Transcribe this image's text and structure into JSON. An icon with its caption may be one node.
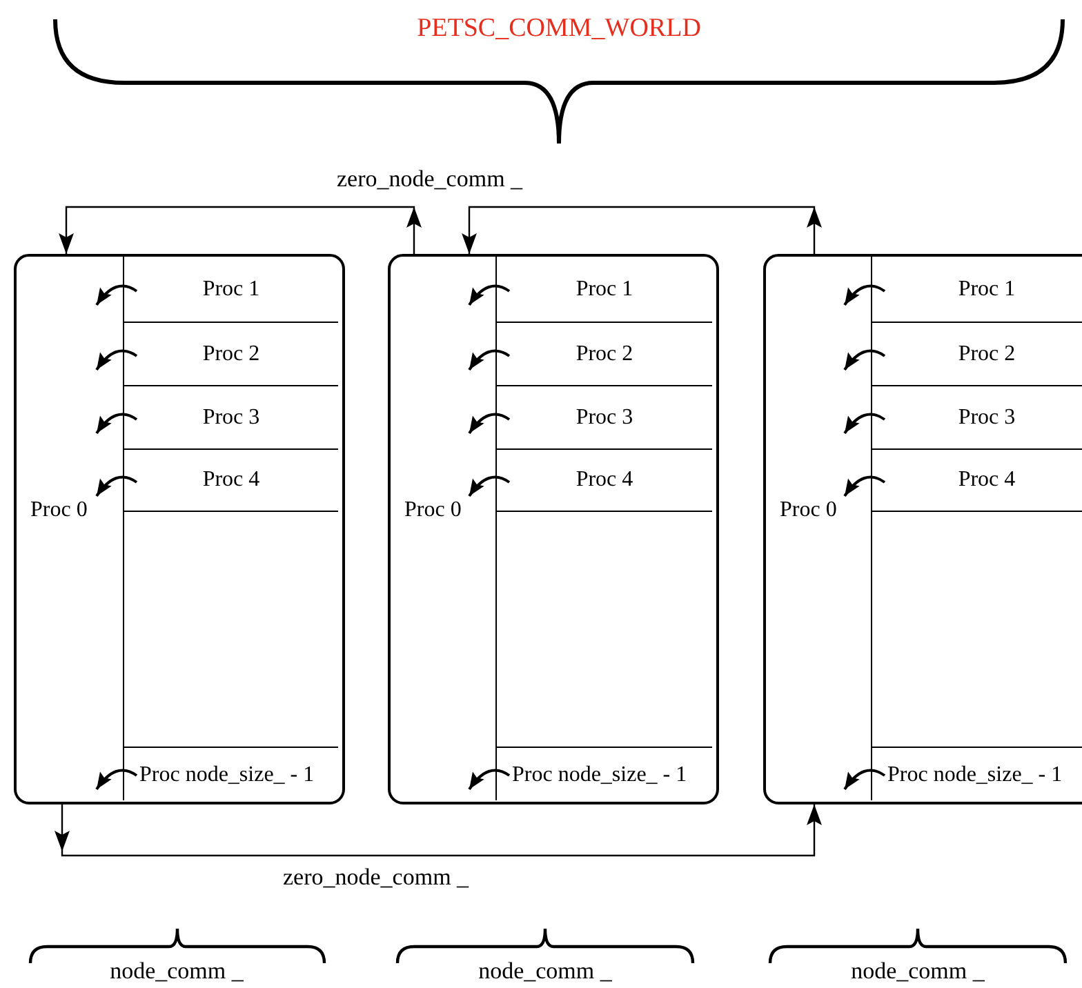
{
  "diagram": {
    "nodes": [
      {
        "text": [],
        "shape": "box"
      },
      {
        "text": [
          "Proc 0"
        ],
        "in": 0
      },
      {
        "text": [
          "Proc 1"
        ],
        "in": 0
      },
      {
        "text": [
          "Proc 2"
        ],
        "in": 0
      },
      {
        "text": [
          "Proc 3"
        ],
        "in": 0
      },
      {
        "text": [
          "Proc 4"
        ],
        "in": 0
      },
      {
        "text": [
          "Proc node_size_ - 1"
        ],
        "in": 0
      },
      {
        "text": [],
        "shape": "box"
      },
      {
        "text": [
          "Proc 0"
        ],
        "in": 7
      },
      {
        "text": [
          "Proc 1"
        ],
        "in": 7
      },
      {
        "text": [
          "Proc 2"
        ],
        "in": 7
      },
      {
        "text": [
          "Proc 3"
        ],
        "in": 7
      },
      {
        "text": [
          "Proc 4"
        ],
        "in": 7
      },
      {
        "text": [
          "Proc node_size_ - 1"
        ],
        "in": 7
      },
      {
        "text": [],
        "shape": "box"
      },
      {
        "text": [
          "Proc 0"
        ],
        "in": 14
      },
      {
        "text": [
          "Proc 1"
        ],
        "in": 14
      },
      {
        "text": [
          "Proc 2"
        ],
        "in": 14
      },
      {
        "text": [
          "Proc 3"
        ],
        "in": 14
      },
      {
        "text": [
          "Proc 4"
        ],
        "in": 14
      },
      {
        "text": [
          "Proc node_size_ - 1"
        ],
        "in": 14
      }
    ],
    "edges": [
      {
        "from": 2,
        "to": 1,
        "arrow": "to"
      },
      {
        "from": 3,
        "to": 1,
        "arrow": "to"
      },
      {
        "from": 4,
        "to": 1,
        "arrow": "to"
      },
      {
        "from": 5,
        "to": 1,
        "arrow": "to"
      },
      {
        "from": 6,
        "to": 1,
        "arrow": "to"
      },
      {
        "from": 9,
        "to": 8,
        "arrow": "to"
      },
      {
        "from": 10,
        "to": 8,
        "arrow": "to"
      },
      {
        "from": 11,
        "to": 8,
        "arrow": "to"
      },
      {
        "from": 12,
        "to": 8,
        "arrow": "to"
      },
      {
        "from": 13,
        "to": 8,
        "arrow": "to"
      },
      {
        "from": 16,
        "to": 15,
        "arrow": "to"
      },
      {
        "from": 17,
        "to": 15,
        "arrow": "to"
      },
      {
        "from": 18,
        "to": 15,
        "arrow": "to"
      },
      {
        "from": 19,
        "to": 15,
        "arrow": "to"
      },
      {
        "from": 20,
        "to": 15,
        "arrow": "to"
      },
      {
        "from": 7,
        "to": 0,
        "arrow": "to",
        "label": "zero_node_comm _"
      },
      {
        "from": 14,
        "to": 7,
        "arrow": "to"
      },
      {
        "from": 0,
        "to": 14,
        "arrow": "to",
        "label": "zero_node_comm _"
      }
    ],
    "labels": [
      "PETSC_COMM_WORLD",
      "node_comm _",
      "node_comm _",
      "node_comm _"
    ]
  }
}
